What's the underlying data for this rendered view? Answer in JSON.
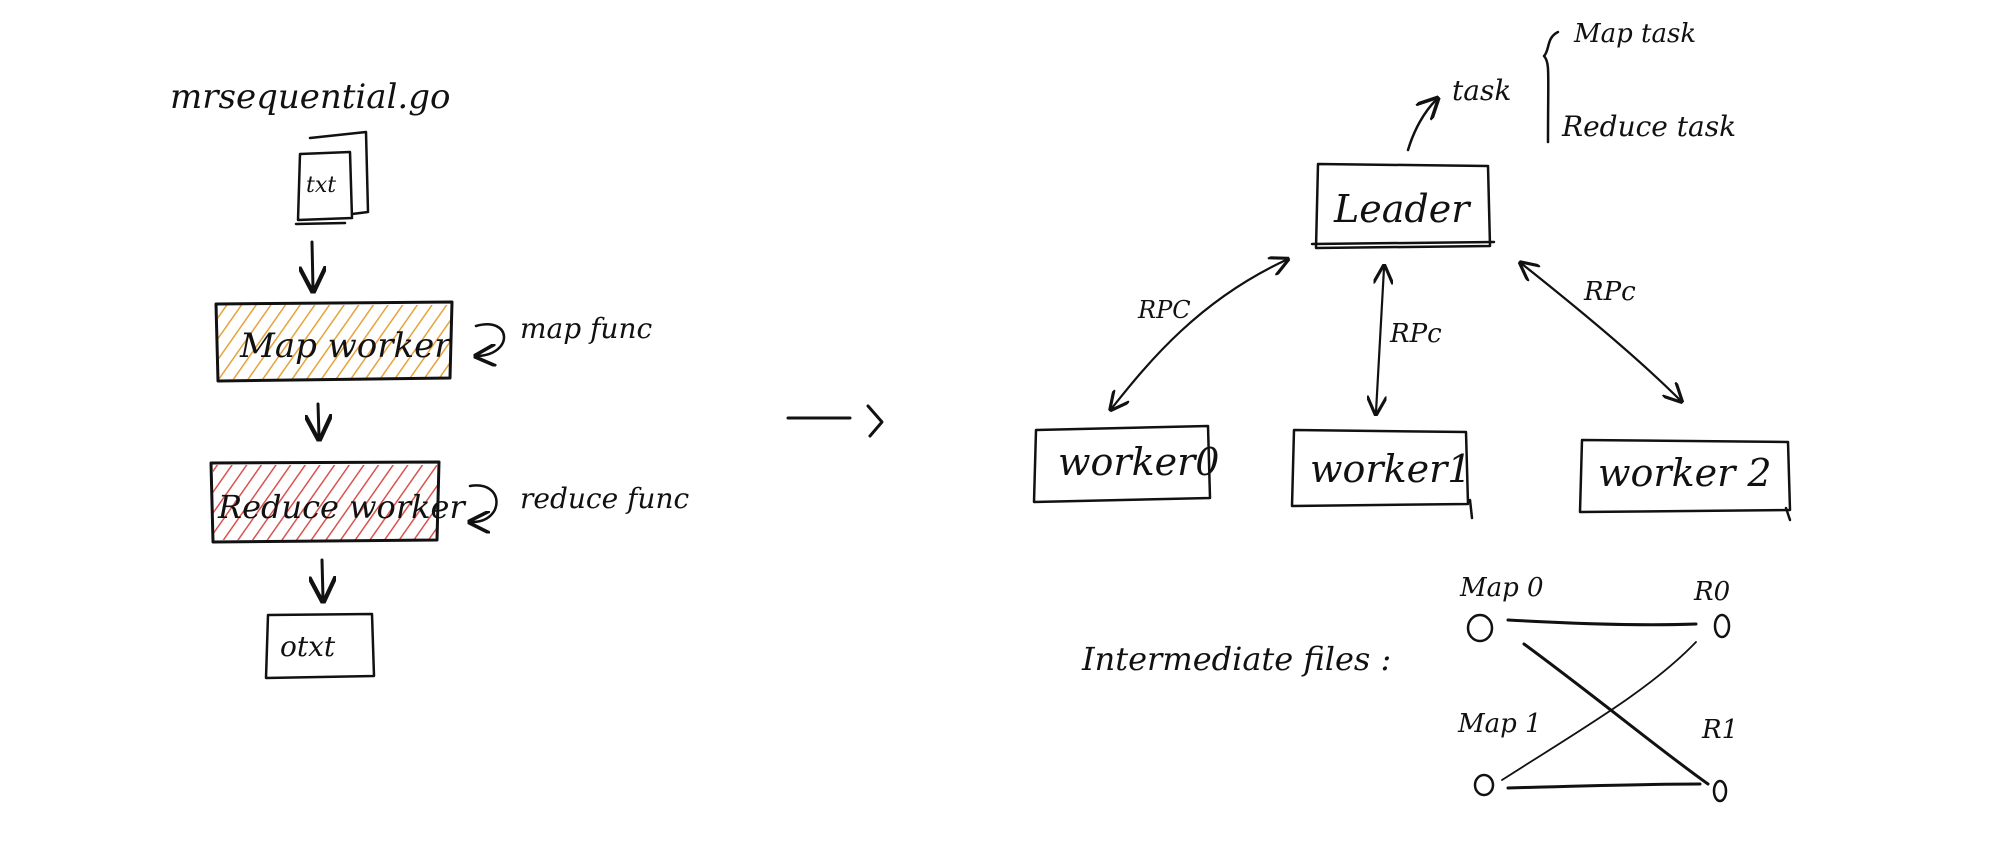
{
  "sequential": {
    "title": "mrsequential.go",
    "input_file": "txt",
    "map_worker": "Map worker",
    "map_func": "map func",
    "reduce_worker": "Reduce worker",
    "reduce_func": "reduce func",
    "output_file": "otxt",
    "colors": {
      "map_hatch": "#e6a23c",
      "reduce_hatch": "#d9534f"
    }
  },
  "distributed": {
    "leader": "Leader",
    "task": "task",
    "task_types": [
      "Map task",
      "Reduce task"
    ],
    "rpc_labels": [
      "RPC",
      "RPc",
      "RPc"
    ],
    "workers": [
      "worker0",
      "worker1",
      "worker 2"
    ],
    "intermediate_label": "Intermediate files :",
    "map_nodes": [
      "Map 0",
      "Map 1"
    ],
    "reduce_nodes": [
      "R0",
      "R1"
    ]
  }
}
